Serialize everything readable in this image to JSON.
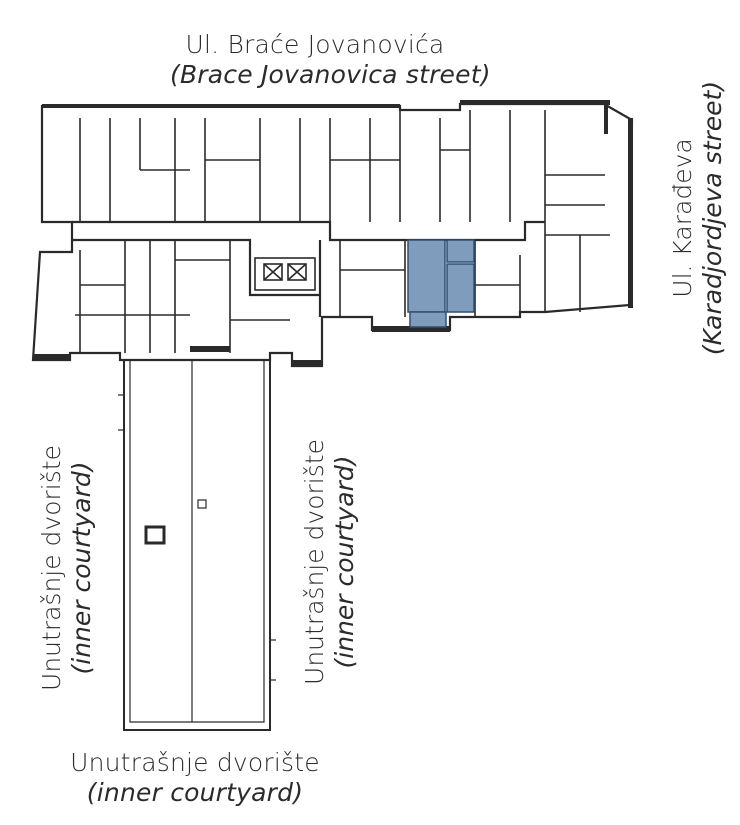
{
  "labels": {
    "top_street": "Ul. Braće Jovanovića",
    "top_street_en": "(Brace Jovanovica street)",
    "right_street": "Ul. Karađeva",
    "right_street_en": "(Karadjordjeva street)",
    "courtyard_left": "Unutrašnje dvorište",
    "courtyard_left_en": "(inner courtyard)",
    "courtyard_mid": "Unutrašnje dvorište",
    "courtyard_mid_en": "(inner courtyard)",
    "courtyard_bottom": "Unutrašnje dvorište",
    "courtyard_bottom_en": "(inner courtyard)"
  },
  "colors": {
    "wall": "#2a2a2a",
    "highlight": "#7f9cbd",
    "highlight_stroke": "#2f4f74",
    "background": "#ffffff"
  }
}
